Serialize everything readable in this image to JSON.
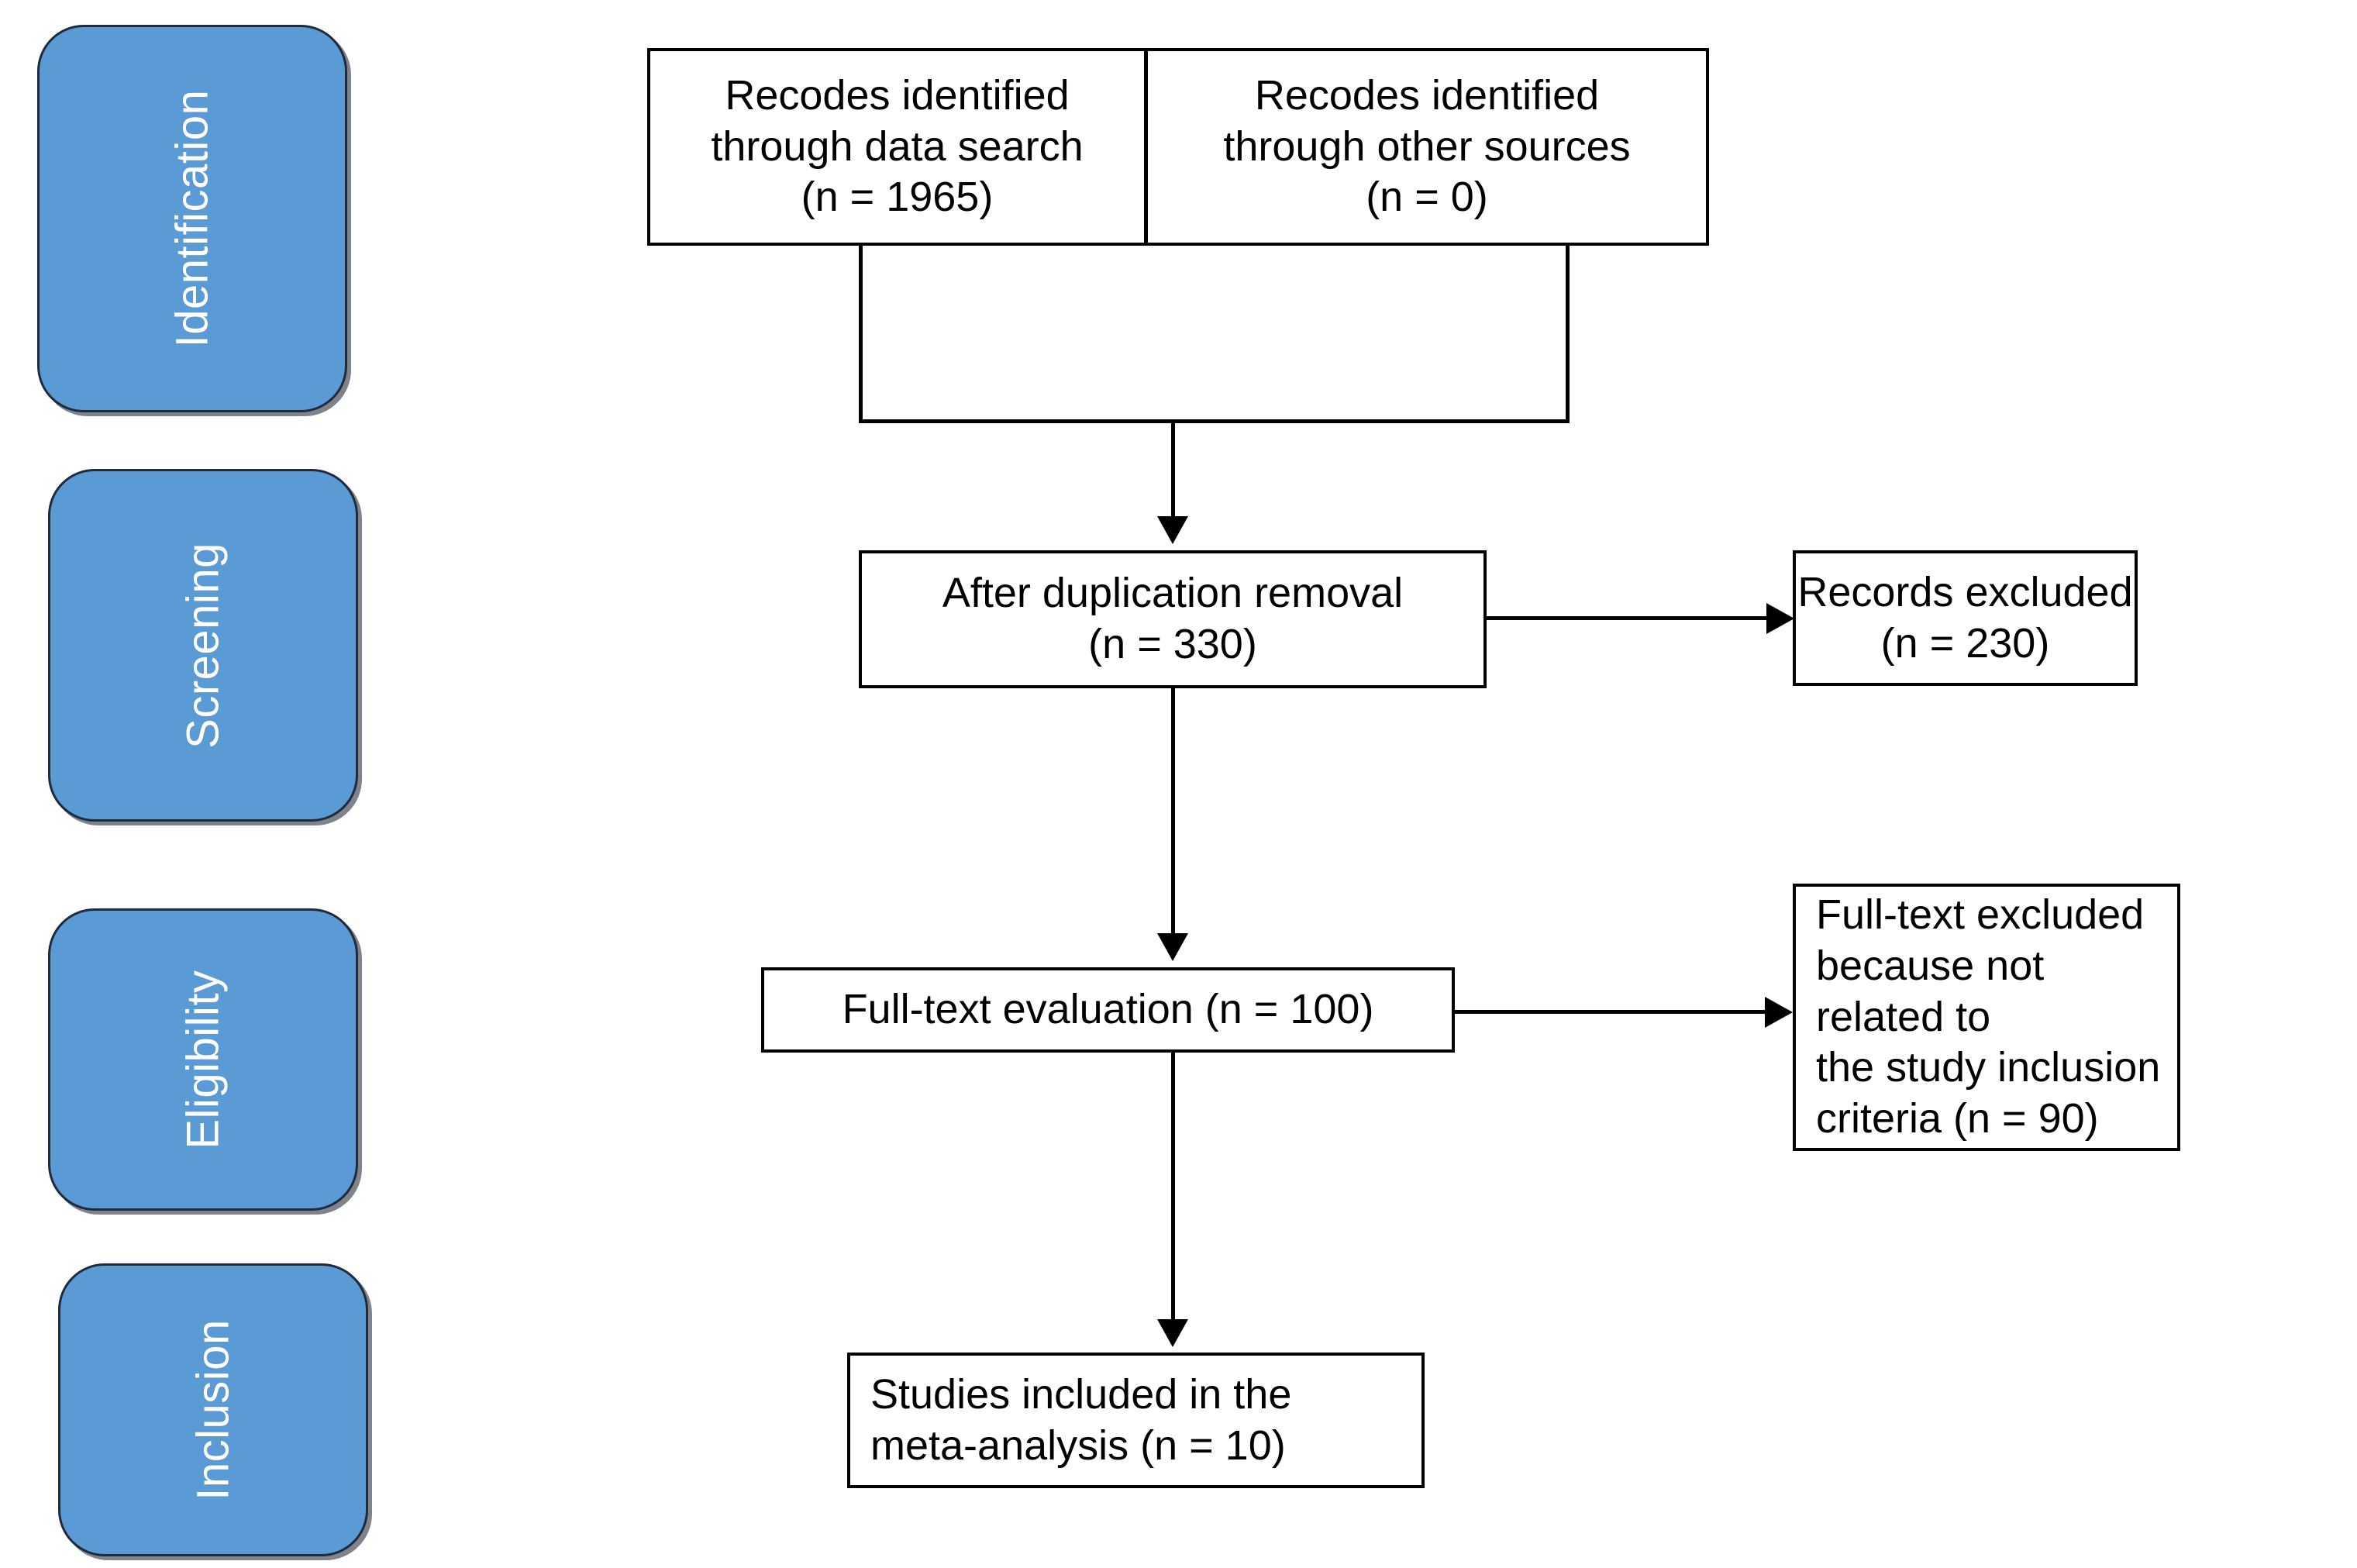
{
  "diagram": {
    "type": "prisma-flow-diagram",
    "title": "PRISMA study selection flow diagram",
    "accent_color": "#5B9BD5",
    "line_color": "#000000",
    "box_fill": "#FFFFFF",
    "stage_label_color": "#FFFFFF"
  },
  "stages": [
    {
      "id": "identification",
      "label": "Identification"
    },
    {
      "id": "screening",
      "label": "Screening"
    },
    {
      "id": "eligibility",
      "label": "Eligibility"
    },
    {
      "id": "inclusion",
      "label": "Inclusion"
    }
  ],
  "boxes": {
    "identified_search": {
      "lines": [
        "Recodes identified",
        "through data search",
        "(n =  1965)"
      ],
      "count": 1965
    },
    "identified_other": {
      "lines": [
        "Recodes identified",
        "through other sources",
        "(n = 0)"
      ],
      "count": 0
    },
    "after_duplication_removal": {
      "lines": [
        "After duplication  removal",
        "(n = 330)"
      ],
      "count": 330
    },
    "records_excluded": {
      "lines": [
        "Records excluded",
        "(n = 230)"
      ],
      "count": 230
    },
    "fulltext_evaluation": {
      "lines": [
        "Full-text evaluation  (n = 100)"
      ],
      "count": 100
    },
    "fulltext_excluded": {
      "lines": [
        "Full-text excluded",
        "because not related to",
        "the study inclusion",
        "criteria (n = 90)"
      ],
      "count": 90
    },
    "studies_included": {
      "lines": [
        "Studies included  in the",
        "meta-analysis (n = 10)"
      ],
      "count": 10
    }
  },
  "connectors": [
    {
      "from": "identified_search",
      "to": "after_duplication_removal",
      "kind": "merge-down-arrow"
    },
    {
      "from": "identified_other",
      "to": "after_duplication_removal",
      "kind": "merge-down-arrow"
    },
    {
      "from": "after_duplication_removal",
      "to": "records_excluded",
      "kind": "right-arrow"
    },
    {
      "from": "after_duplication_removal",
      "to": "fulltext_evaluation",
      "kind": "down-arrow"
    },
    {
      "from": "fulltext_evaluation",
      "to": "fulltext_excluded",
      "kind": "right-arrow"
    },
    {
      "from": "fulltext_evaluation",
      "to": "studies_included",
      "kind": "down-arrow"
    }
  ]
}
